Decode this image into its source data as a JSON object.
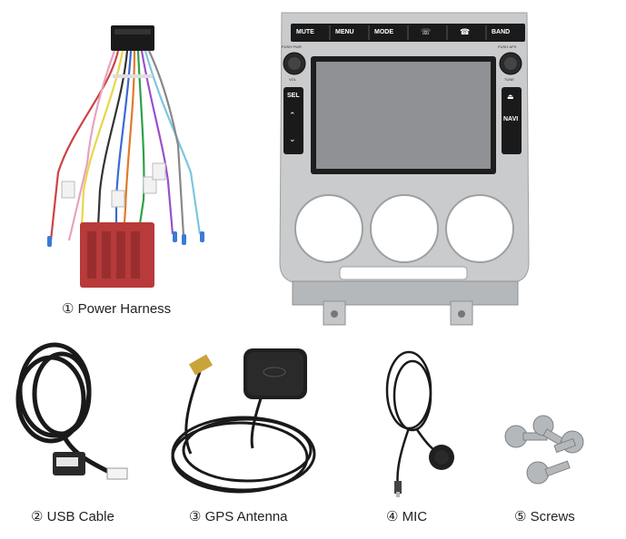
{
  "items": [
    {
      "number": "①",
      "label": "Power Harness"
    },
    {
      "number": "②",
      "label": "USB Cable"
    },
    {
      "number": "③",
      "label": "GPS Antenna"
    },
    {
      "number": "④",
      "label": "MIC"
    },
    {
      "number": "⑤",
      "label": "Screws"
    }
  ],
  "stereo": {
    "top_buttons": [
      "MUTE",
      "MENU",
      "MODE",
      "",
      "",
      "BAND"
    ],
    "left_buttons": [
      "SEL",
      "",
      ""
    ],
    "right_buttons": [
      "",
      "NAVI",
      ""
    ],
    "knob_left_top": "PUSH·PWR",
    "knob_left_bottom": "VOL",
    "knob_right_top": "PUSH·APS",
    "knob_right_bottom": "TUNE"
  },
  "harness_tags": [
    "",
    "",
    "",
    ""
  ],
  "colors": {
    "connector": "#b83a3a",
    "panel": "#c9cbcd",
    "screen": "#8f9194",
    "cable": "#1a1a1a"
  }
}
